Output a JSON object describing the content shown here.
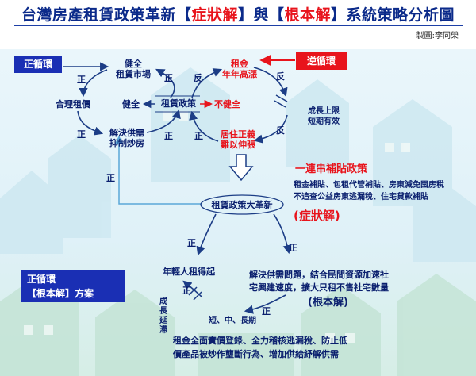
{
  "title": {
    "part1": "台灣房產租賃政策革新【",
    "symptom": "症狀解",
    "part2": "】與【",
    "root": "根本解",
    "part3": "】系統策略分析圖"
  },
  "credit": "製圖:李同榮",
  "positive_loop_label": "正循環",
  "reverse_loop_label": "逆循環",
  "nodes": {
    "healthy_market": "健全\n租賃市場",
    "reasonable_rent": "合理租價",
    "healthy": "健全",
    "rental_policy": "租賃政策",
    "unhealthy": "不健全",
    "solve_supply": "解決供需\n抑制炒房",
    "rent_rising": "租金\n年年高漲",
    "housing_justice": "居住正義\n難以伸張",
    "growth_limit": "成長上限\n短期有效"
  },
  "edge_labels": {
    "zheng": "正",
    "fan": "反"
  },
  "subsidy": {
    "title": "一連串補貼政策",
    "line1": "租金補貼、包租代管補貼、房東減免囤房稅",
    "line2": "不追查公益房東逃漏稅、住宅貸款補貼",
    "symptom_label": "(症狀解)"
  },
  "reform": "租賃政策大革新",
  "root_box": {
    "line1": "正循環",
    "line2": "【根本解】方案"
  },
  "young": "年輕人租得起",
  "solve_text": {
    "line1": "解決供需問題，結合民間資源加速社",
    "line2": "宅興建速度，擴大只租不售社宅數量"
  },
  "root_label": "(根本解)",
  "delay": "成\n長\n延\n滯",
  "term": "短、中、長期",
  "bottom": {
    "line1": "租金全面實價登錄、全力稽核逃漏稅、防止低",
    "line2": "價產品被炒作壟斷行為、增加供給紓解供需"
  },
  "colors": {
    "navy": "#0a1f6e",
    "red": "#e8141c",
    "blue_box": "#1a2fb4",
    "red_box": "#e8141c",
    "arrow": "#1c3d86"
  }
}
